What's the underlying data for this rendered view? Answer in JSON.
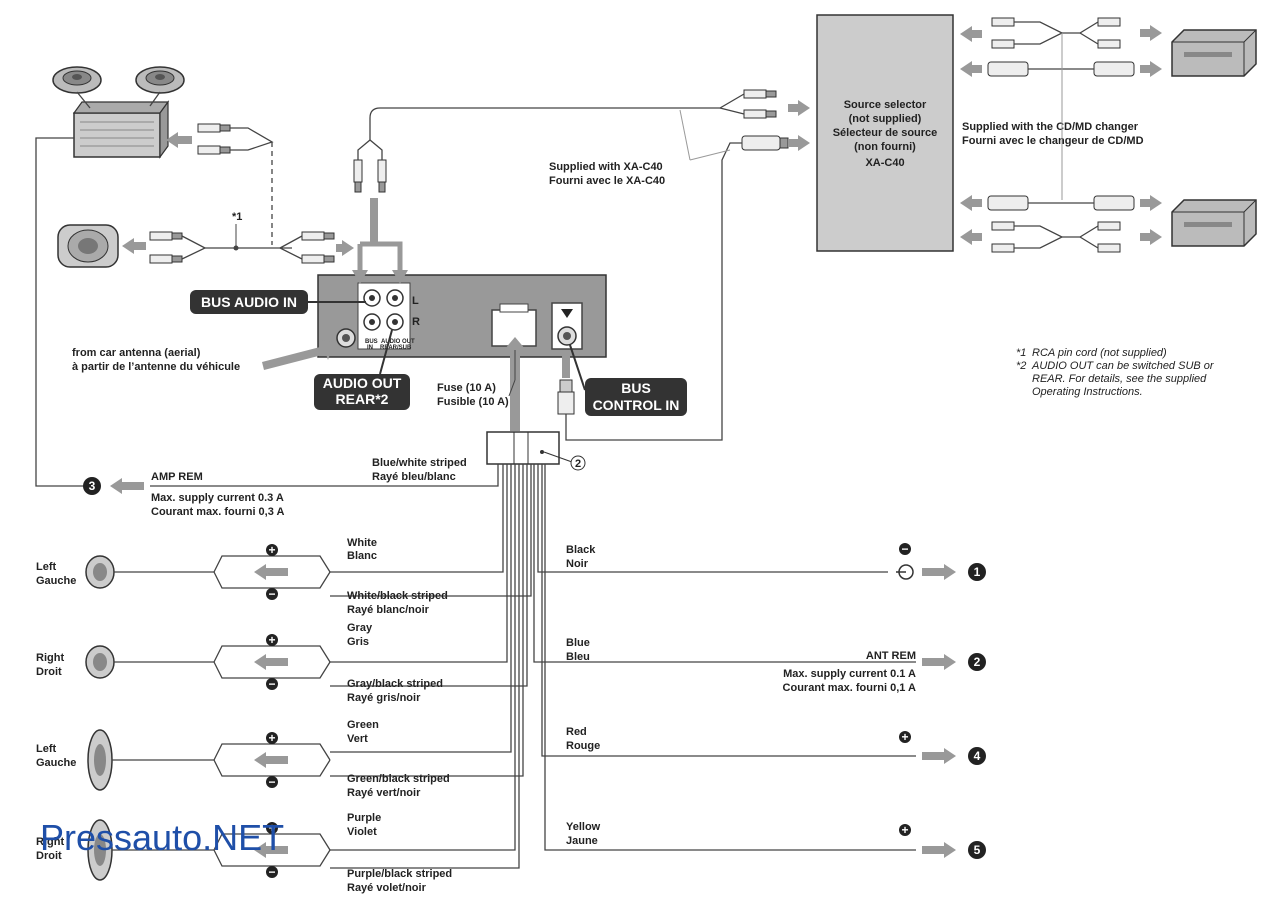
{
  "source_selector": {
    "lines": [
      "Source selector",
      "(not supplied)",
      "Sélecteur de source",
      "(non fourni)",
      "XA-C40"
    ]
  },
  "cd_changer_note": [
    "Supplied with the CD/MD changer",
    "Fourni avec le changeur de CD/MD"
  ],
  "xa_c40_note": [
    "Supplied with XA-C40",
    "Fourni avec le XA-C40"
  ],
  "note1_mark": "*1",
  "unit": {
    "bus_audio_in": "BUS AUDIO IN",
    "audio_out_rear": [
      "AUDIO OUT",
      "REAR*2"
    ],
    "bus_control_in": [
      "BUS",
      "CONTROL IN"
    ],
    "jack_L": "L",
    "jack_R": "R",
    "bus_in_small": [
      "BUS",
      "IN"
    ],
    "audio_out_small": [
      "AUDIO OUT",
      "REAR/SUB"
    ]
  },
  "antenna_note": [
    "from car antenna (aerial)",
    "à partir de l’antenne du véhicule"
  ],
  "fuse_note": [
    "Fuse (10 A)",
    "Fusible (10 A)"
  ],
  "connector_number": "2",
  "amp_rem": {
    "label": "AMP REM",
    "wire": [
      "Blue/white striped",
      "Rayé bleu/blanc"
    ],
    "max": [
      "Max. supply current 0.3 A",
      "Courant max. fourni 0,3 A"
    ],
    "number": "3"
  },
  "speakers": [
    {
      "side": [
        "Left",
        "Gauche"
      ],
      "plus": [
        "White",
        "Blanc"
      ],
      "minus": [
        "White/black striped",
        "Rayé blanc/noir"
      ]
    },
    {
      "side": [
        "Right",
        "Droit"
      ],
      "plus": [
        "Gray",
        "Gris"
      ],
      "minus": [
        "Gray/black striped",
        "Rayé gris/noir"
      ]
    },
    {
      "side": [
        "Left",
        "Gauche"
      ],
      "plus": [
        "Green",
        "Vert"
      ],
      "minus": [
        "Green/black striped",
        "Rayé vert/noir"
      ]
    },
    {
      "side": [
        "Right",
        "Droit"
      ],
      "plus": [
        "Purple",
        "Violet"
      ],
      "minus": [
        "Purple/black striped",
        "Rayé volet/noir"
      ]
    }
  ],
  "right_wires": [
    {
      "color": [
        "Black",
        "Noir"
      ],
      "number": "1"
    },
    {
      "color": [
        "Blue",
        "Bleu"
      ],
      "number": "2",
      "title": "ANT REM",
      "max": [
        "Max. supply current 0.1 A",
        "Courant max. fourni 0,1 A"
      ]
    },
    {
      "color": [
        "Red",
        "Rouge"
      ],
      "number": "4"
    },
    {
      "color": [
        "Yellow",
        "Jaune"
      ],
      "number": "5"
    }
  ],
  "footnotes": [
    {
      "mark": "*1",
      "lines": [
        "RCA pin cord (not supplied)"
      ]
    },
    {
      "mark": "*2",
      "lines": [
        "AUDIO OUT can be switched SUB or",
        "REAR. For details, see the supplied",
        "Operating Instructions."
      ]
    }
  ],
  "watermark": "Pressauto.NET",
  "icons": [
    "speaker-icon",
    "amplifier-icon",
    "subwoofer-icon",
    "cd-changer-icon",
    "rca-plug-icon",
    "ground-terminal-icon",
    "fuse-icon"
  ]
}
